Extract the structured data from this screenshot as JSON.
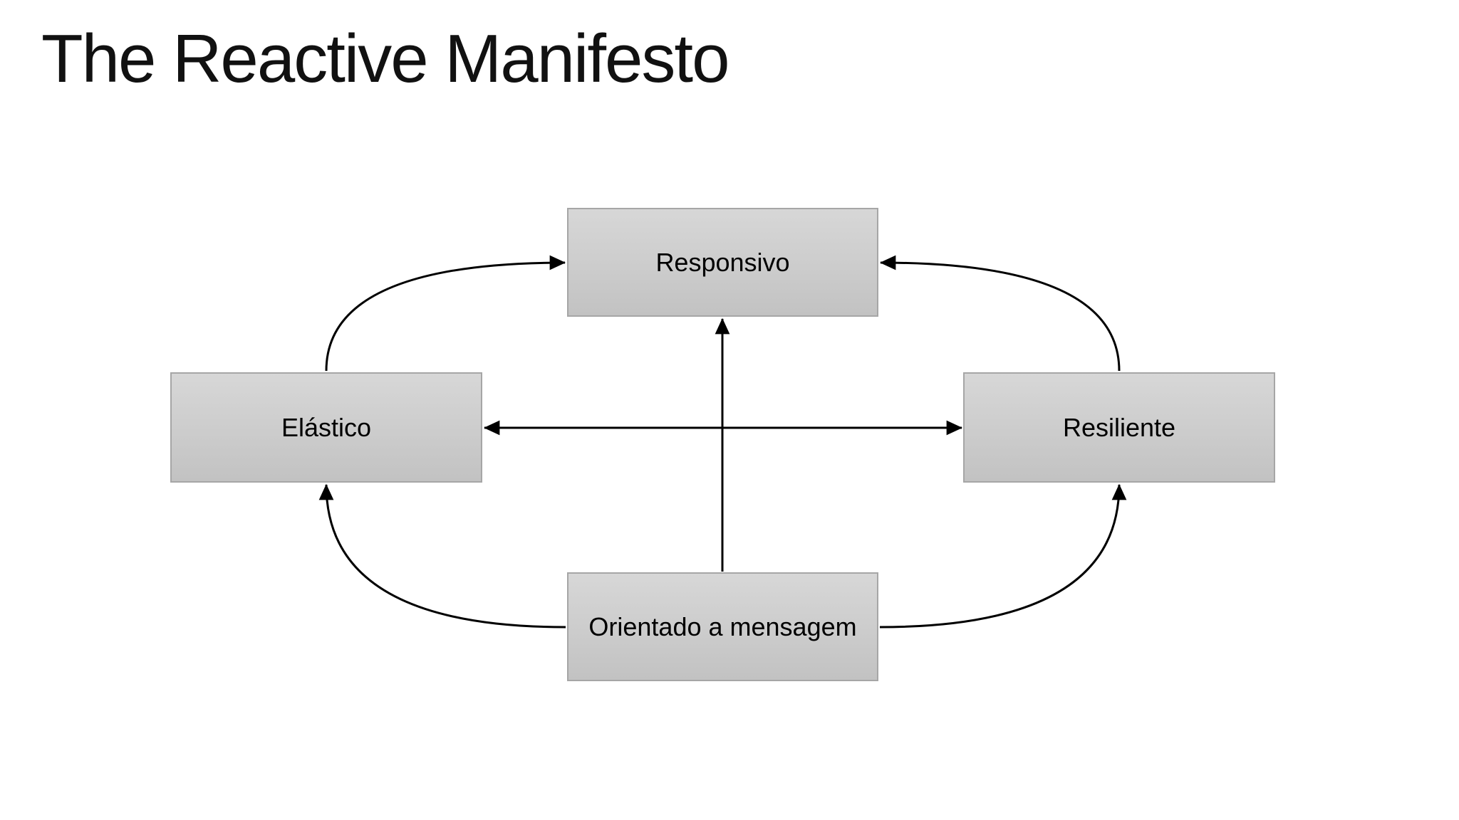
{
  "slide": {
    "title": "The Reactive Manifesto",
    "background_color": "#ffffff"
  },
  "diagram": {
    "nodes": [
      {
        "id": "responsivo",
        "label": "Responsivo",
        "position": "top-center"
      },
      {
        "id": "elastico",
        "label": "Elástico",
        "position": "middle-left"
      },
      {
        "id": "resiliente",
        "label": "Resiliente",
        "position": "middle-right"
      },
      {
        "id": "orientado-a-mensagem",
        "label": "Orientado a mensagem",
        "position": "bottom-center"
      }
    ],
    "edges": [
      {
        "from": "elastico",
        "to": "responsivo",
        "shape": "curved",
        "arrowheads": "end"
      },
      {
        "from": "resiliente",
        "to": "responsivo",
        "shape": "curved",
        "arrowheads": "end"
      },
      {
        "from": "elastico",
        "to": "resiliente",
        "shape": "straight",
        "arrowheads": "both"
      },
      {
        "from": "orientado-a-mensagem",
        "to": "responsivo",
        "shape": "straight",
        "arrowheads": "end"
      },
      {
        "from": "orientado-a-mensagem",
        "to": "elastico",
        "shape": "curved",
        "arrowheads": "end"
      },
      {
        "from": "orientado-a-mensagem",
        "to": "resiliente",
        "shape": "curved",
        "arrowheads": "end"
      }
    ],
    "colors": {
      "node_fill_top": "#d7d7d7",
      "node_fill_bottom": "#c2c2c2",
      "node_border": "#a6a6a6",
      "node_text": "#000000",
      "connector": "#000000",
      "title_text": "#111111"
    }
  }
}
